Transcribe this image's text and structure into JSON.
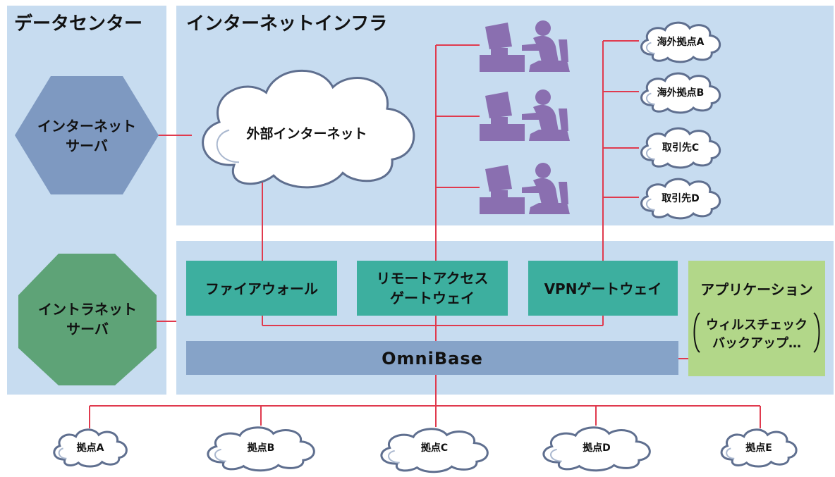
{
  "sections": {
    "datacenter_title": "データセンター",
    "infra_title": "インターネットインフラ"
  },
  "servers": {
    "internet_server_line1": "インターネット",
    "internet_server_line2": "サーバ",
    "intranet_server_line1": "イントラネット",
    "intranet_server_line2": "サーバ"
  },
  "cloud_main": "外部インターネット",
  "remote_clouds": [
    "海外拠点A",
    "海外拠点B",
    "取引先C",
    "取引先D"
  ],
  "gateways": {
    "firewall": "ファイアウォール",
    "remote_access_line1": "リモートアクセス",
    "remote_access_line2": "ゲートウェイ",
    "vpn": "VPNゲートウェイ"
  },
  "application": {
    "title": "アプリケーション",
    "item1": "ウィルスチェック",
    "item2": "バックアップ…"
  },
  "omnibase": "OmniBase",
  "branch_clouds": [
    "拠点A",
    "拠点B",
    "拠点C",
    "拠点D",
    "拠点E"
  ],
  "colors": {
    "panel_blue": "#c7dcf0",
    "teal_box": "#3daf9f",
    "omnibase_bar": "#86a3c8",
    "app_box": "#b2d789",
    "hexagon": "#7e99c1",
    "octagon": "#5ea377",
    "person": "#8a6fb0",
    "line_red": "#e03a4e"
  }
}
